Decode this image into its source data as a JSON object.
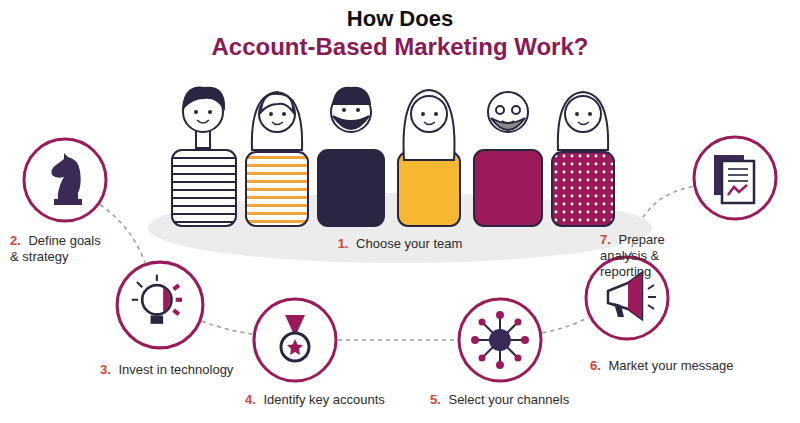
{
  "diagram": {
    "title": "How Does",
    "nodes": [
      {
        "text": [
          "1.",
          "Choose your team"
        ]
      },
      {
        "text": [
          "2.",
          "Define goals & strategy"
        ]
      },
      {
        "text": [
          "3.",
          "Invest in technology"
        ]
      },
      {
        "text": [
          "4.",
          "Identify key accounts"
        ]
      },
      {
        "text": [
          "5.",
          "Select your channels"
        ]
      },
      {
        "text": [
          "6.",
          "Market your message"
        ]
      },
      {
        "text": [
          "7.",
          "Prepare analysis & reporting"
        ]
      }
    ],
    "edges": [
      {
        "from": 1,
        "to": 2,
        "arrow": "none"
      },
      {
        "from": 2,
        "to": 3,
        "arrow": "none"
      },
      {
        "from": 3,
        "to": 4,
        "arrow": "none"
      },
      {
        "from": 4,
        "to": 5,
        "arrow": "none"
      },
      {
        "from": 5,
        "to": 6,
        "arrow": "none"
      }
    ],
    "labels": [
      "Account-Based Marketing Work?"
    ]
  }
}
